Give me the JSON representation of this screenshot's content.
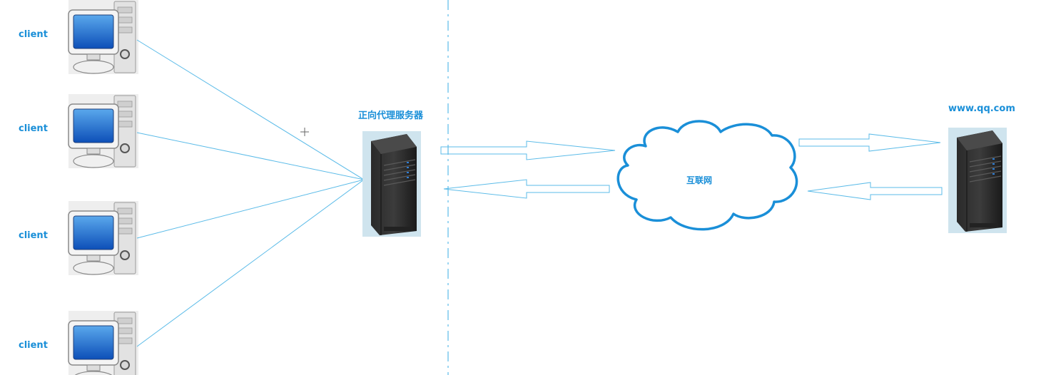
{
  "clients": [
    {
      "label": "client"
    },
    {
      "label": "client"
    },
    {
      "label": "client"
    },
    {
      "label": "client"
    }
  ],
  "proxy": {
    "label": "正向代理服务器"
  },
  "internet": {
    "label": "互联网"
  },
  "target": {
    "label": "www.qq.com"
  },
  "colors": {
    "accent": "#1a8fd8",
    "line": "#5bbbe8",
    "cloud": "#1a8fd8"
  }
}
